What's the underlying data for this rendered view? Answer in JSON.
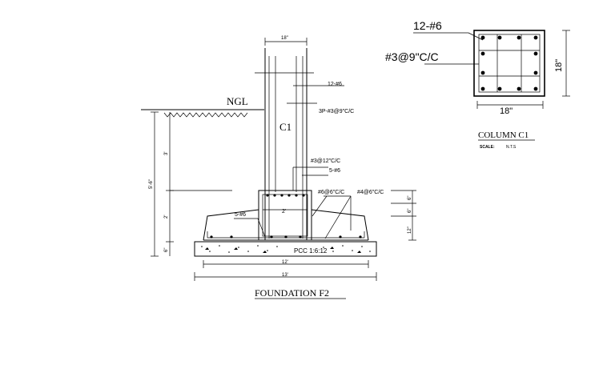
{
  "foundation": {
    "title": "FOUNDATION F2",
    "ngl_label": "NGL",
    "column_mark": "C1",
    "column_width": "18\"",
    "main_bars": "12-#6",
    "ties": "3P-#3@9\"C/C",
    "column_stirrup": "#3@12\"C/C",
    "pedestal_bars": "5-#6",
    "pedestal_ties": "#6@6\"C/C",
    "footing_bars": "#4@6\"C/C",
    "footing_bottom_bars": "5-#6",
    "pedestal_width": "2'",
    "pcc_label": "PCC 1:6:12",
    "dim_12": "12'",
    "dim_13": "13'",
    "dim_total_depth": "5'-6\"",
    "dim_3": "3'",
    "dim_2": "2'",
    "dim_6_bottom": "6\"",
    "dim_6_a": "6\"",
    "dim_6_b": "6\"",
    "dim_12_in": "12\""
  },
  "column_section": {
    "title": "COLUMN C1",
    "scale_label": "SCALE:",
    "scale_value": "N.T.S",
    "main_bars": "12-#6",
    "ties": "#3@9\"C/C",
    "width": "18\"",
    "height": "18\""
  }
}
